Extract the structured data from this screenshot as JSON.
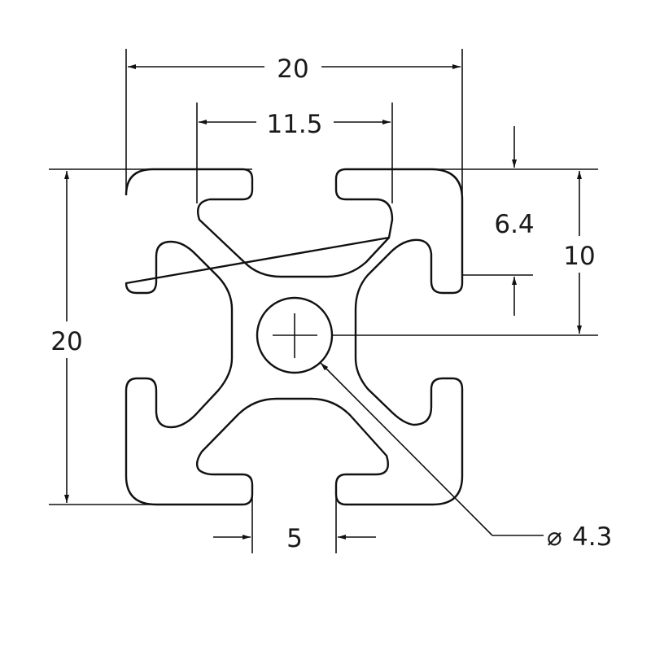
{
  "dimensions": {
    "overall_width": "20",
    "slot_opening_top": "11.5",
    "overall_height": "20",
    "slot_depth": "6.4",
    "half_height": "10",
    "slot_width_bottom": "5",
    "center_hole": "4.3"
  },
  "symbols": {
    "diameter": "⌀"
  },
  "colors": {
    "line": "#111111",
    "background": "#ffffff"
  }
}
